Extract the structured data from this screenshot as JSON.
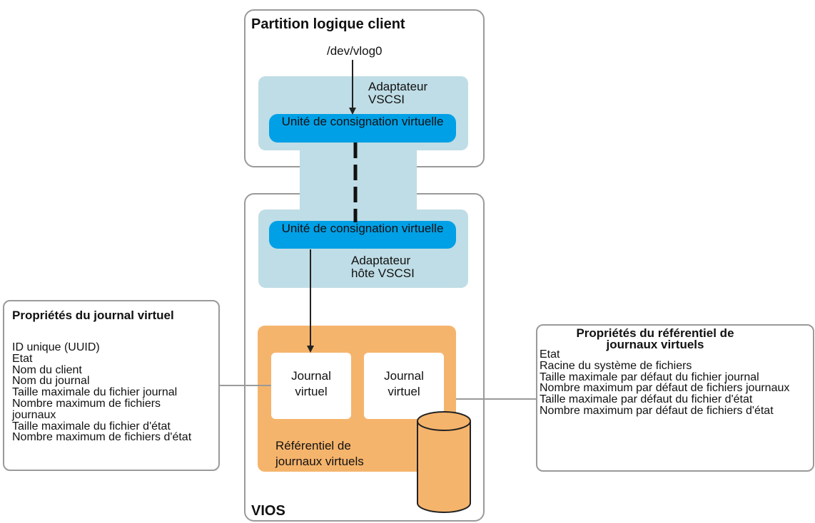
{
  "client_partition": {
    "title": "Partition logique client",
    "device": "/dev/vlog0",
    "adapter_label": "Adaptateur VSCSI",
    "virtual_log_unit": "Unité de consignation virtuelle"
  },
  "vios": {
    "title": "VIOS",
    "virtual_log_unit": "Unité de consignation virtuelle",
    "host_adapter_label": "Adaptateur hôte VSCSI",
    "journal_1": "Journal virtuel",
    "journal_2": "Journal virtuel",
    "repository_label": "Référentiel de journaux virtuels"
  },
  "virtual_log_properties": {
    "title": "Propriétés du journal virtuel",
    "items": [
      "ID unique (UUID)",
      "Etat",
      "Nom du client",
      "Nom du journal",
      "Taille maximale du fichier journal",
      "Nombre maximum de fichiers journaux",
      "Taille maximale du fichier d'état",
      "Nombre maximum de fichiers d'état"
    ]
  },
  "repository_properties": {
    "title": "Propriétés du référentiel de journaux virtuels",
    "items": [
      "Etat",
      "Racine du système de fichiers",
      "Taille maximale par défaut du fichier journal",
      "Nombre maximum par défaut de fichiers journaux",
      "Taille maximale par défaut du fichier d'état",
      "Nombre maximum par défaut de fichiers d'état"
    ]
  },
  "colors": {
    "adapter_fill": "#bfdde6",
    "log_unit_fill": "#00a0e6",
    "repository_fill": "#f5b46c",
    "border": "#9a9a9a"
  }
}
